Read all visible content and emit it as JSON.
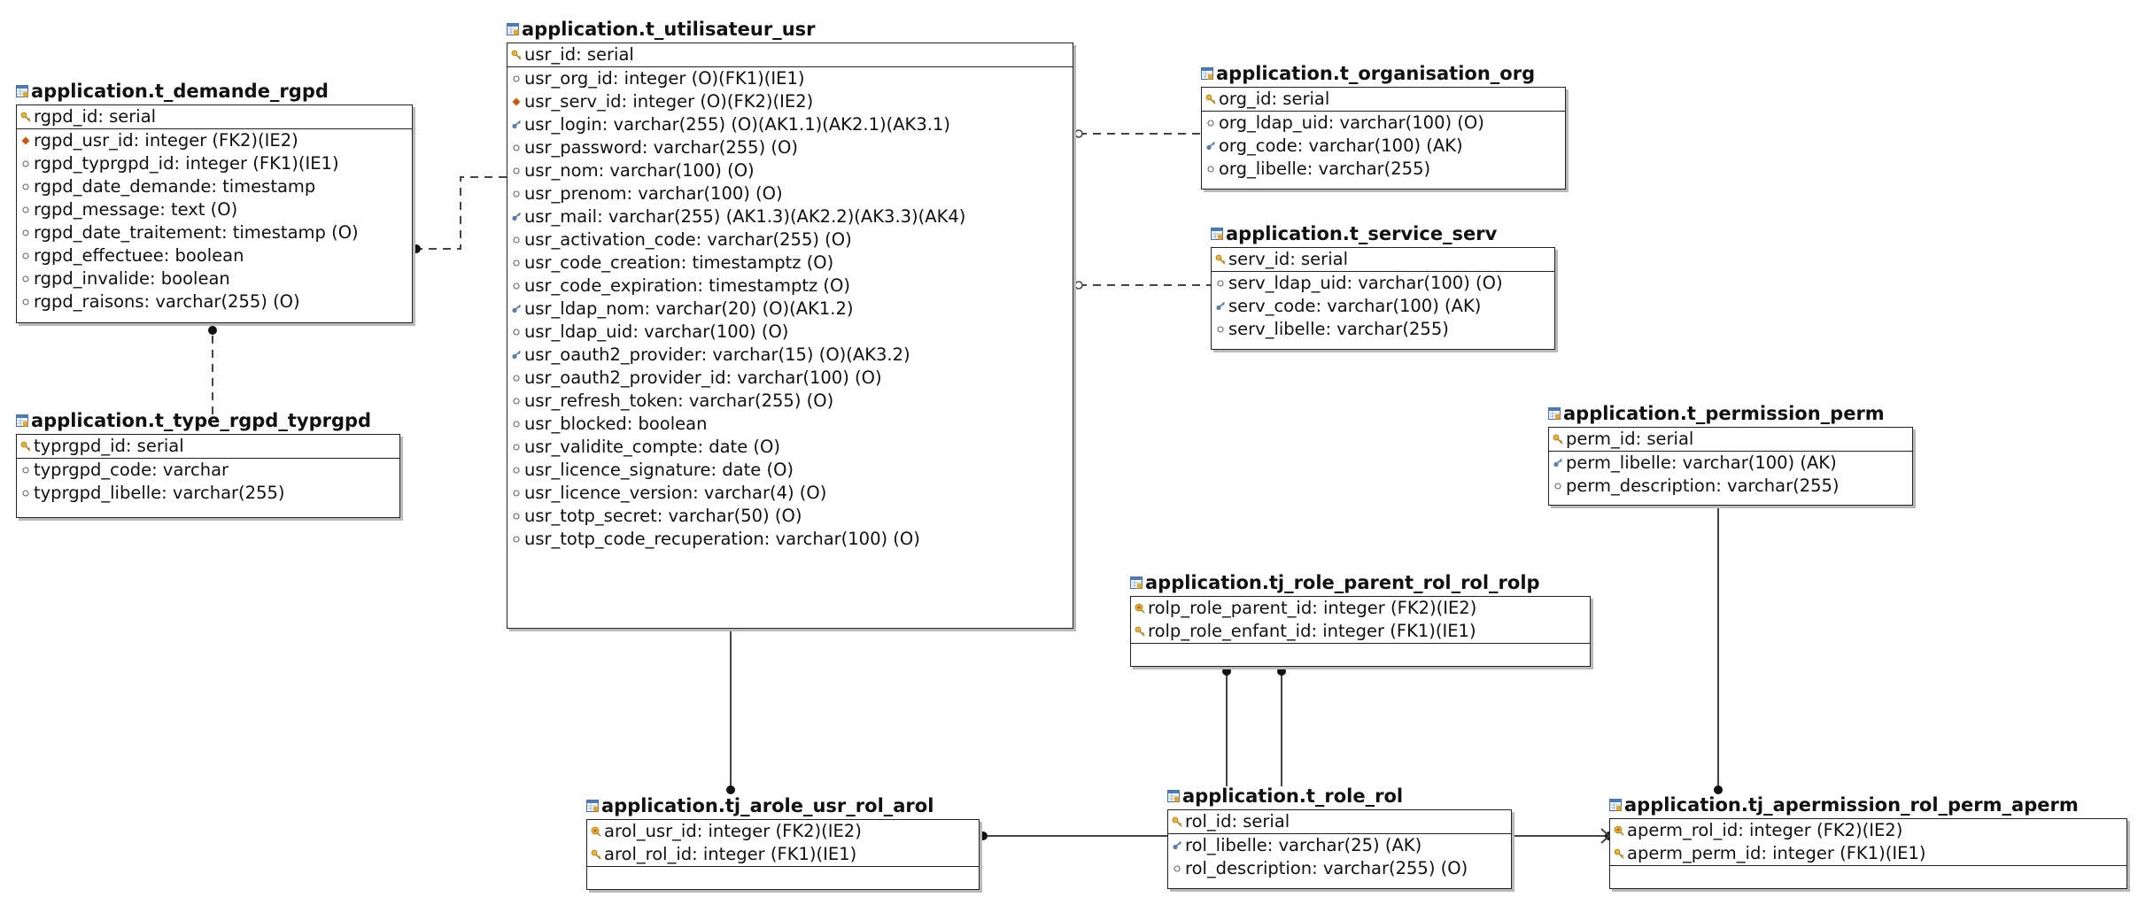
{
  "entities": {
    "utilisateur": {
      "title": "application.t_utilisateur_usr",
      "pk": [
        {
          "label": "usr_id: serial",
          "icon": "key-icon"
        }
      ],
      "attrs": [
        {
          "label": "usr_org_id: integer (O)(FK1)(IE1)",
          "icon": "circle-icon"
        },
        {
          "label": "usr_serv_id: integer (O)(FK2)(IE2)",
          "icon": "fk-diamond-icon"
        },
        {
          "label": "usr_login: varchar(255) (O)(AK1.1)(AK2.1)(AK3.1)",
          "icon": "ak-key-icon"
        },
        {
          "label": "usr_password: varchar(255) (O)",
          "icon": "circle-icon"
        },
        {
          "label": "usr_nom: varchar(100) (O)",
          "icon": "circle-icon"
        },
        {
          "label": "usr_prenom: varchar(100) (O)",
          "icon": "circle-icon"
        },
        {
          "label": "usr_mail: varchar(255) (AK1.3)(AK2.2)(AK3.3)(AK4)",
          "icon": "ak-key-icon"
        },
        {
          "label": "usr_activation_code: varchar(255) (O)",
          "icon": "circle-icon"
        },
        {
          "label": "usr_code_creation: timestamptz (O)",
          "icon": "circle-icon"
        },
        {
          "label": "usr_code_expiration: timestamptz (O)",
          "icon": "circle-icon"
        },
        {
          "label": "usr_ldap_nom: varchar(20) (O)(AK1.2)",
          "icon": "ak-key-icon"
        },
        {
          "label": "usr_ldap_uid: varchar(100) (O)",
          "icon": "circle-icon"
        },
        {
          "label": "usr_oauth2_provider: varchar(15) (O)(AK3.2)",
          "icon": "ak-key-icon"
        },
        {
          "label": "usr_oauth2_provider_id: varchar(100) (O)",
          "icon": "circle-icon"
        },
        {
          "label": "usr_refresh_token: varchar(255) (O)",
          "icon": "circle-icon"
        },
        {
          "label": "usr_blocked: boolean",
          "icon": "circle-icon"
        },
        {
          "label": "usr_validite_compte: date (O)",
          "icon": "circle-icon"
        },
        {
          "label": "usr_licence_signature: date (O)",
          "icon": "circle-icon"
        },
        {
          "label": "usr_licence_version: varchar(4) (O)",
          "icon": "circle-icon"
        },
        {
          "label": "usr_totp_secret: varchar(50) (O)",
          "icon": "circle-icon"
        },
        {
          "label": "usr_totp_code_recuperation: varchar(100) (O)",
          "icon": "circle-icon"
        }
      ]
    },
    "demande_rgpd": {
      "title": "application.t_demande_rgpd",
      "pk": [
        {
          "label": "rgpd_id: serial",
          "icon": "key-icon"
        }
      ],
      "attrs": [
        {
          "label": "rgpd_usr_id: integer (FK2)(IE2)",
          "icon": "fk-diamond-icon"
        },
        {
          "label": "rgpd_typrgpd_id: integer (FK1)(IE1)",
          "icon": "circle-icon"
        },
        {
          "label": "rgpd_date_demande: timestamp",
          "icon": "circle-icon"
        },
        {
          "label": "rgpd_message: text (O)",
          "icon": "circle-icon"
        },
        {
          "label": "rgpd_date_traitement: timestamp (O)",
          "icon": "circle-icon"
        },
        {
          "label": "rgpd_effectuee: boolean",
          "icon": "circle-icon"
        },
        {
          "label": "rgpd_invalide: boolean",
          "icon": "circle-icon"
        },
        {
          "label": "rgpd_raisons: varchar(255) (O)",
          "icon": "circle-icon"
        }
      ]
    },
    "type_rgpd": {
      "title": "application.t_type_rgpd_typrgpd",
      "pk": [
        {
          "label": "typrgpd_id: serial",
          "icon": "key-icon"
        }
      ],
      "attrs": [
        {
          "label": "typrgpd_code: varchar",
          "icon": "circle-icon"
        },
        {
          "label": "typrgpd_libelle: varchar(255)",
          "icon": "circle-icon"
        }
      ]
    },
    "organisation": {
      "title": "application.t_organisation_org",
      "pk": [
        {
          "label": "org_id: serial",
          "icon": "key-icon"
        }
      ],
      "attrs": [
        {
          "label": "org_ldap_uid: varchar(100) (O)",
          "icon": "circle-icon"
        },
        {
          "label": "org_code: varchar(100) (AK)",
          "icon": "ak-key-icon"
        },
        {
          "label": "org_libelle: varchar(255)",
          "icon": "circle-icon"
        }
      ]
    },
    "service": {
      "title": "application.t_service_serv",
      "pk": [
        {
          "label": "serv_id: serial",
          "icon": "key-icon"
        }
      ],
      "attrs": [
        {
          "label": "serv_ldap_uid: varchar(100) (O)",
          "icon": "circle-icon"
        },
        {
          "label": "serv_code: varchar(100) (AK)",
          "icon": "ak-key-icon"
        },
        {
          "label": "serv_libelle: varchar(255)",
          "icon": "circle-icon"
        }
      ]
    },
    "permission": {
      "title": "application.t_permission_perm",
      "pk": [
        {
          "label": "perm_id: serial",
          "icon": "key-icon"
        }
      ],
      "attrs": [
        {
          "label": "perm_libelle: varchar(100) (AK)",
          "icon": "ak-key-icon"
        },
        {
          "label": "perm_description: varchar(255)",
          "icon": "circle-icon"
        }
      ]
    },
    "role_parent": {
      "title": "application.tj_role_parent_rol_rol_rolp",
      "pk": [
        {
          "label": "rolp_role_parent_id: integer (FK2)(IE2)",
          "icon": "pfk-key-icon"
        },
        {
          "label": "rolp_role_enfant_id: integer (FK1)(IE1)",
          "icon": "key-icon"
        }
      ],
      "attrs": []
    },
    "arole": {
      "title": "application.tj_arole_usr_rol_arol",
      "pk": [
        {
          "label": "arol_usr_id: integer (FK2)(IE2)",
          "icon": "pfk-key-icon"
        },
        {
          "label": "arol_rol_id: integer (FK1)(IE1)",
          "icon": "key-icon"
        }
      ],
      "attrs": []
    },
    "role": {
      "title": "application.t_role_rol",
      "pk": [
        {
          "label": "rol_id: serial",
          "icon": "key-icon"
        }
      ],
      "attrs": [
        {
          "label": "rol_libelle: varchar(25) (AK)",
          "icon": "ak-key-icon"
        },
        {
          "label": "rol_description: varchar(255) (O)",
          "icon": "circle-icon"
        }
      ]
    },
    "apermission": {
      "title": "application.tj_apermission_rol_perm_aperm",
      "pk": [
        {
          "label": "aperm_rol_id: integer (FK2)(IE2)",
          "icon": "pfk-key-icon"
        },
        {
          "label": "aperm_perm_id: integer (FK1)(IE1)",
          "icon": "key-icon"
        }
      ],
      "attrs": []
    }
  },
  "colors": {
    "border": "#222222",
    "line": "#444444",
    "key": "#d8a526",
    "fk": "#c85a14",
    "ak": "#4a6e96",
    "table_icon": "#4a7cb8"
  }
}
